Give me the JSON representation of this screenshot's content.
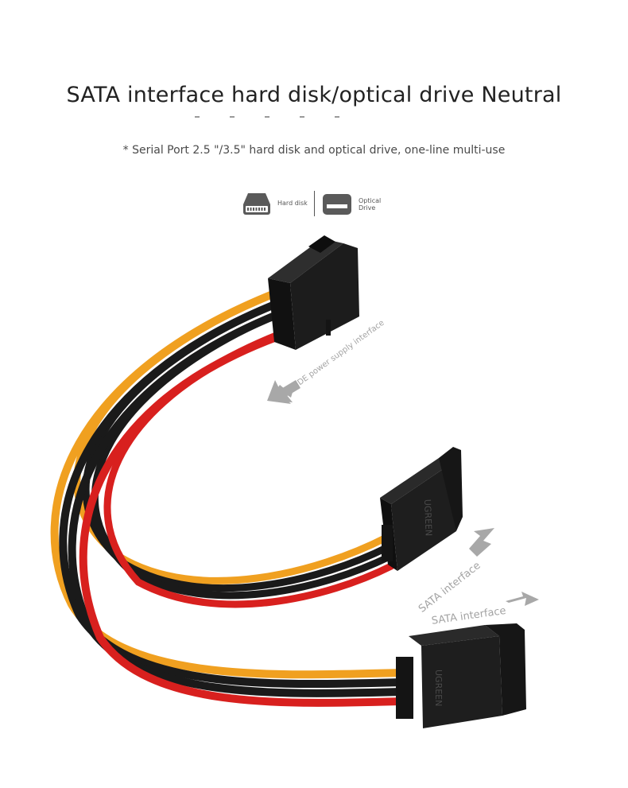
{
  "title": "SATA interface hard disk/optical drive Neutral",
  "subtitle": "* Serial Port 2.5 \"/3.5\" hard disk and optical drive, one-line multi-use",
  "devices": {
    "hard_disk": {
      "label": "Hard disk",
      "icon": "hard-disk-icon"
    },
    "optical_drive": {
      "label_line1": "Optical",
      "label_line2": "Drive",
      "icon": "optical-drive-icon"
    }
  },
  "annotations": {
    "ide": "IDE power supply interface",
    "sata_1": "SATA interface",
    "sata_2": "SATA interface"
  },
  "colors": {
    "yellow_wire": "#f0a020",
    "red_wire": "#d8201e",
    "black_wire": "#1a1a1a",
    "connector": "#181818",
    "arrow": "#a8a8a8"
  }
}
